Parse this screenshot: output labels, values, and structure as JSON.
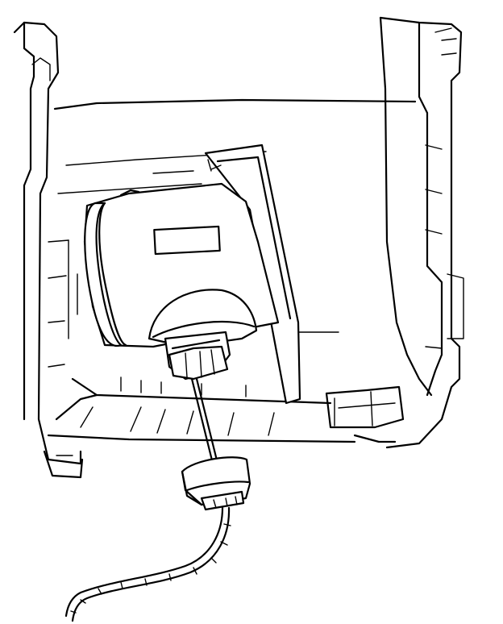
{
  "figure": {
    "subject_icons": [
      "air-cleaner-housing",
      "mass-airflow-sensor",
      "electrical-connector",
      "wiring-harness"
    ],
    "colors": {
      "line": "#000000",
      "background": "#ffffff"
    }
  }
}
